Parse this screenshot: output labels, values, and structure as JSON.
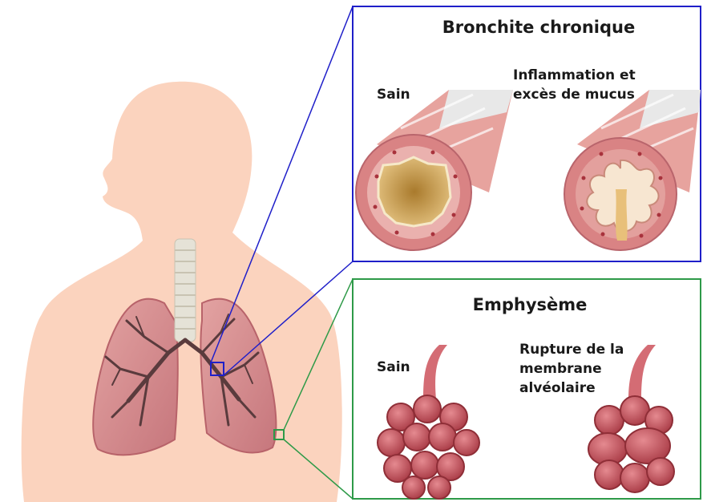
{
  "colors": {
    "skin": "#fbd3be",
    "lung": "#d58a8e",
    "lung_dark": "#b8636a",
    "bronchi": "#5a3b3d",
    "trachea": "#e5e2d7",
    "bronchitis_frame": "#1f1fc9",
    "emphysema_frame": "#2e9a48",
    "tube_outer": "#d98384",
    "lumen": "#c79a4d",
    "mucus": "#e8c07a",
    "alveoli": "#c9525b"
  },
  "bronchitis_panel": {
    "title": "Bronchite chronique",
    "healthy_label": "Sain",
    "disease_label": "Inflammation et\nexcès de mucus"
  },
  "emphysema_panel": {
    "title": "Emphysème",
    "healthy_label": "Sain",
    "disease_label": "Rupture de la\nmembrane\nalvéolaire"
  }
}
